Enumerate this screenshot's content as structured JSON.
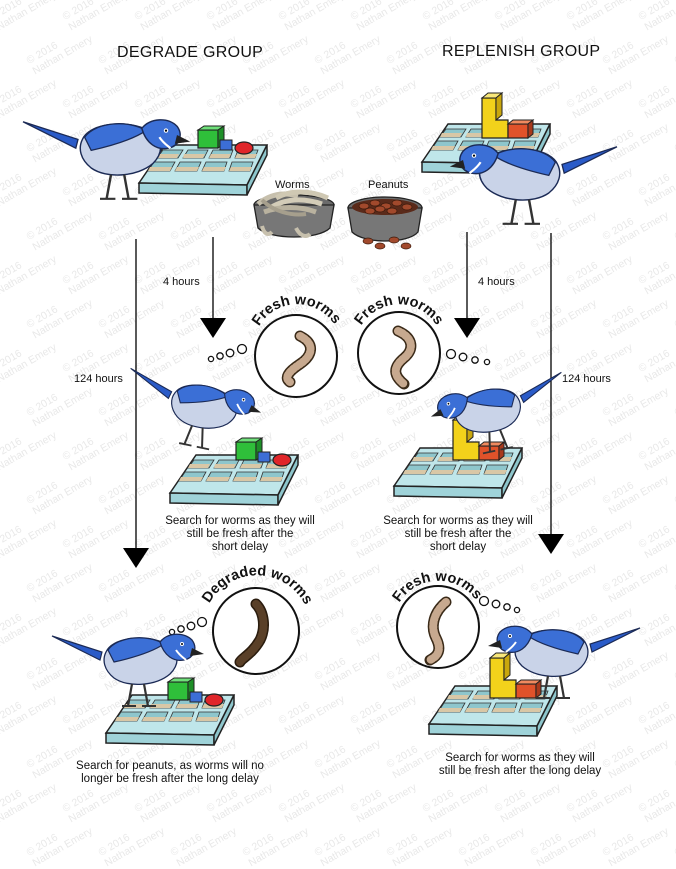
{
  "watermark": {
    "line1": "© 2016",
    "line2": "Nathan Emery"
  },
  "groups": {
    "degrade": {
      "title": "DEGRADE GROUP"
    },
    "replenish": {
      "title": "REPLENISH GROUP"
    }
  },
  "foods": {
    "worms": "Worms",
    "peanuts": "Peanuts"
  },
  "delays": {
    "degrade_short": "4 hours",
    "degrade_long": "124 hours",
    "replenish_short": "4 hours",
    "replenish_long": "124 hours"
  },
  "thoughts": {
    "degrade_short": "Fresh worms",
    "replenish_short": "Fresh worms",
    "degrade_long": "Degraded worms",
    "replenish_long": "Fresh worms"
  },
  "captions": {
    "degrade_short": [
      "Search for worms as they will",
      "still be fresh after the",
      "short delay"
    ],
    "replenish_short": [
      "Search for worms as they will",
      "still be fresh after the",
      "short delay"
    ],
    "degrade_long": [
      "Search for peanuts, as worms will no",
      "longer be fresh after the long delay"
    ],
    "replenish_long": [
      "Search for worms as they will",
      "still be fresh after the long delay"
    ]
  },
  "colors": {
    "tray": "#bfe6ea",
    "tray_cell": "#8ec6cc",
    "tray_sand": "#d9c7a6",
    "jay_blue": "#3b6fd6",
    "jay_light": "#c9d3e8",
    "worm_fresh": "#c7a98f",
    "worm_degraded": "#5a4028",
    "peanut": "#a1492c",
    "block_green": "#2fbf3a",
    "block_yellow": "#f2d21b",
    "block_orange": "#e0522a",
    "ball_red": "#e0262a"
  }
}
